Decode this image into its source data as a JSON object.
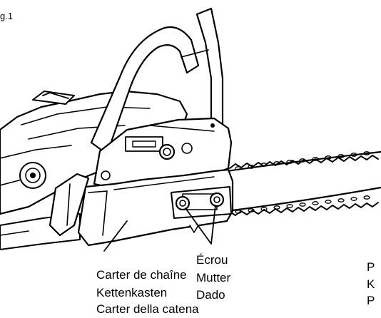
{
  "figure": {
    "label": "g.1"
  },
  "callouts": {
    "chain_cover": [
      "Carter de chaîne",
      "Kettenkasten",
      "Carter della catena"
    ],
    "nut": [
      "Écrou",
      "Mutter",
      "Dado"
    ],
    "bar": [
      "P",
      "K",
      "P"
    ]
  },
  "colors": {
    "line": "#000000",
    "fill": "#ffffff",
    "shade": "#e9e9e9"
  }
}
